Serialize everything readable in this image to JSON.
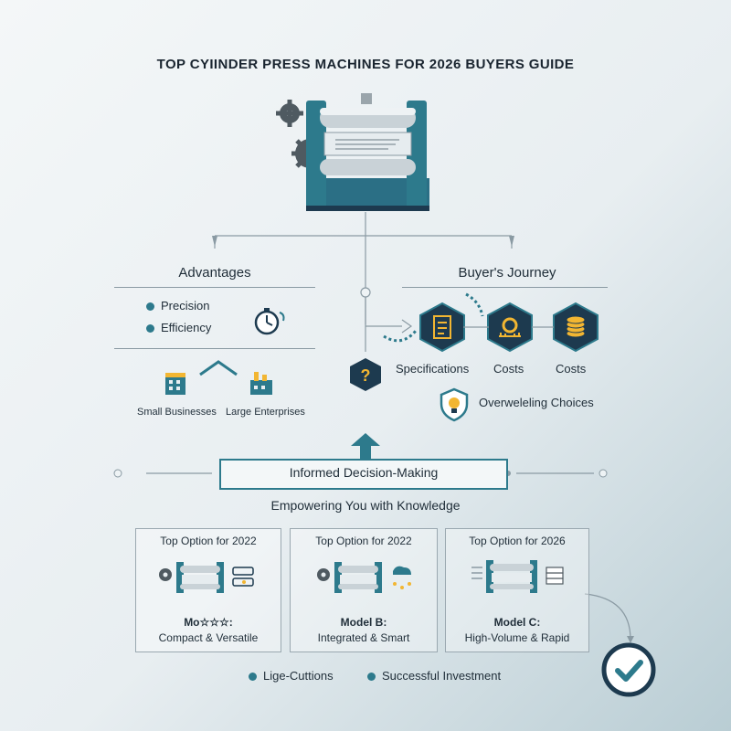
{
  "title": "TOP CYIINDER PRESS MACHINES FOR 2026 BUYERS GUIDE",
  "advantages": {
    "heading": "Advantages",
    "bullets": [
      "Precision",
      "Efficiency"
    ],
    "segments": [
      "Small Businesses",
      "Large Enterprises"
    ]
  },
  "journey": {
    "heading": "Buyer's Journey",
    "steps": [
      "Specifications",
      "Costs",
      "Costs"
    ],
    "warning": "Overweleling Choices"
  },
  "decision": {
    "label": "Informed Decision-Making",
    "tagline": "Empowering You with Knowledge"
  },
  "cards": [
    {
      "title": "Top Option for 2022",
      "model": "Mo☆☆☆:",
      "desc": "Compact & Versatile"
    },
    {
      "title": "Top Option for 2022",
      "model": "Model B:",
      "desc": "Integrated & Smart"
    },
    {
      "title": "Top Option for 2026",
      "model": "Model C:",
      "desc": "High-Volume & Rapid"
    }
  ],
  "footer": [
    "Lige-Cuttions",
    "Successful Investment"
  ],
  "colors": {
    "teal": "#2d7a8c",
    "navy": "#1d3a4f",
    "gold": "#f2b632"
  }
}
